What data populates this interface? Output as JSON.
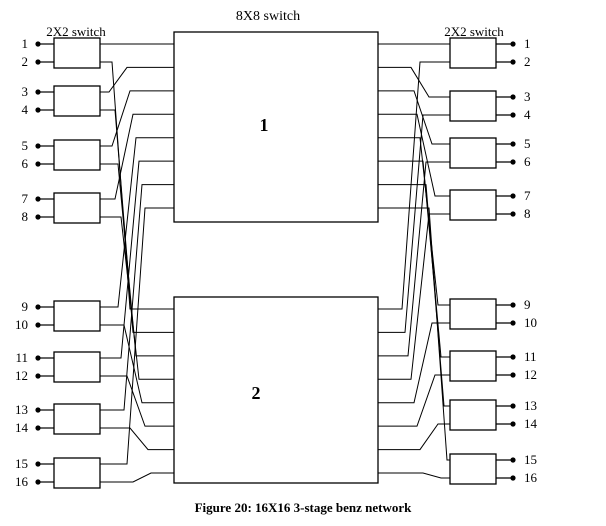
{
  "labels": {
    "switch8": "8X8 switch",
    "switch2_left": "2X2 switch",
    "switch2_right": "2X2 switch",
    "block_top": "1",
    "block_bottom": "2",
    "caption": "Figure 20: 16X16 3-stage benz network"
  },
  "ports_left": [
    "1",
    "2",
    "3",
    "4",
    "5",
    "6",
    "7",
    "8",
    "9",
    "10",
    "11",
    "12",
    "13",
    "14",
    "15",
    "16"
  ],
  "ports_right": [
    "1",
    "2",
    "3",
    "4",
    "5",
    "6",
    "7",
    "8",
    "9",
    "10",
    "11",
    "12",
    "13",
    "14",
    "15",
    "16"
  ]
}
